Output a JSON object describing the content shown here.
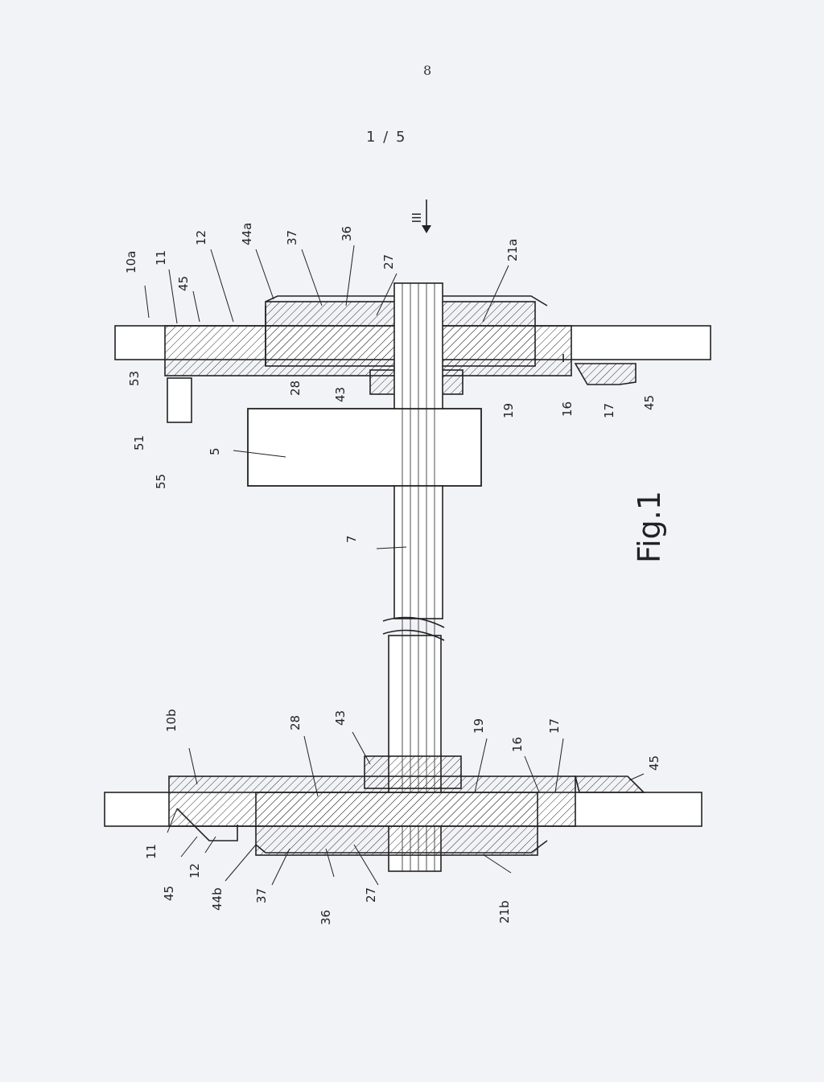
{
  "page_number": "8",
  "sheet": "1 / 5",
  "figure_label": "Fig.1",
  "view_marker": "III",
  "labels_top_assembly": [
    "10a",
    "11",
    "45",
    "12",
    "44a",
    "37",
    "36",
    "27",
    "21a",
    "53",
    "28",
    "43",
    "19",
    "16",
    "17",
    "45",
    "51",
    "55",
    "5",
    "7"
  ],
  "labels_bottom_assembly": [
    "10b",
    "28",
    "43",
    "19",
    "16",
    "17",
    "45",
    "11",
    "45",
    "12",
    "44b",
    "37",
    "36",
    "27",
    "21b"
  ]
}
